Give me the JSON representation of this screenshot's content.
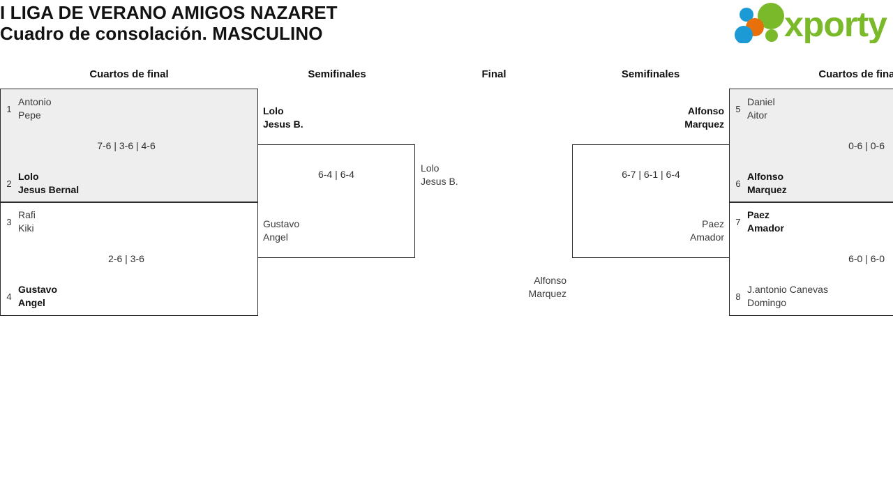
{
  "header": {
    "title_line1": "I LIGA DE VERANO AMIGOS NAZARET",
    "title_line2": "Cuadro de consolación. MASCULINO",
    "logo_text": "xporty",
    "logo_colors": {
      "green": "#7ab929",
      "blue": "#1b9ad6",
      "orange": "#e8700a"
    }
  },
  "rounds": [
    {
      "label": "Cuartos de final"
    },
    {
      "label": "Semifinales"
    },
    {
      "label": "Final"
    },
    {
      "label": "Semifinales"
    },
    {
      "label": "Cuartos de final"
    }
  ],
  "bracket": {
    "left": {
      "quarterfinals": [
        {
          "shaded": true,
          "top": {
            "seed": "1",
            "name1": "Antonio",
            "name2": "Pepe",
            "winner": false
          },
          "bottom": {
            "seed": "2",
            "name1": "Lolo",
            "name2": "Jesus Bernal",
            "winner": true
          },
          "score": "7-6 | 3-6 | 4-6"
        },
        {
          "shaded": false,
          "top": {
            "seed": "3",
            "name1": "Rafi",
            "name2": "Kiki",
            "winner": false
          },
          "bottom": {
            "seed": "4",
            "name1": "Gustavo",
            "name2": "Angel",
            "winner": true
          },
          "score": "2-6 | 3-6"
        }
      ],
      "semifinal": {
        "top": {
          "seed": "",
          "name1": "Lolo",
          "name2": "Jesus B.",
          "winner": true
        },
        "bottom": {
          "seed": "",
          "name1": "Gustavo",
          "name2": "Angel",
          "winner": false
        },
        "score": "6-4 | 6-4"
      }
    },
    "final": {
      "left_entrant": {
        "name1": "Lolo",
        "name2": "Jesus B."
      },
      "right_entrant": {
        "name1": "Alfonso",
        "name2": "Marquez"
      },
      "score": ""
    },
    "right": {
      "semifinal": {
        "top": {
          "seed": "",
          "name1": "Alfonso",
          "name2": "Marquez",
          "winner": true
        },
        "bottom": {
          "seed": "",
          "name1": "Paez",
          "name2": "Amador",
          "winner": false
        },
        "score": "6-7 | 6-1 | 6-4"
      },
      "quarterfinals": [
        {
          "shaded": true,
          "top": {
            "seed": "5",
            "name1": "Daniel",
            "name2": "Aitor",
            "winner": false
          },
          "bottom": {
            "seed": "6",
            "name1": "Alfonso",
            "name2": "Marquez",
            "winner": true
          },
          "score": "0-6 | 0-6"
        },
        {
          "shaded": false,
          "top": {
            "seed": "7",
            "name1": "Paez",
            "name2": "Amador",
            "winner": true
          },
          "bottom": {
            "seed": "8",
            "name1": "J.antonio Canevas",
            "name2": "Domingo",
            "winner": false
          },
          "score": "6-0 | 6-0"
        }
      ]
    }
  }
}
